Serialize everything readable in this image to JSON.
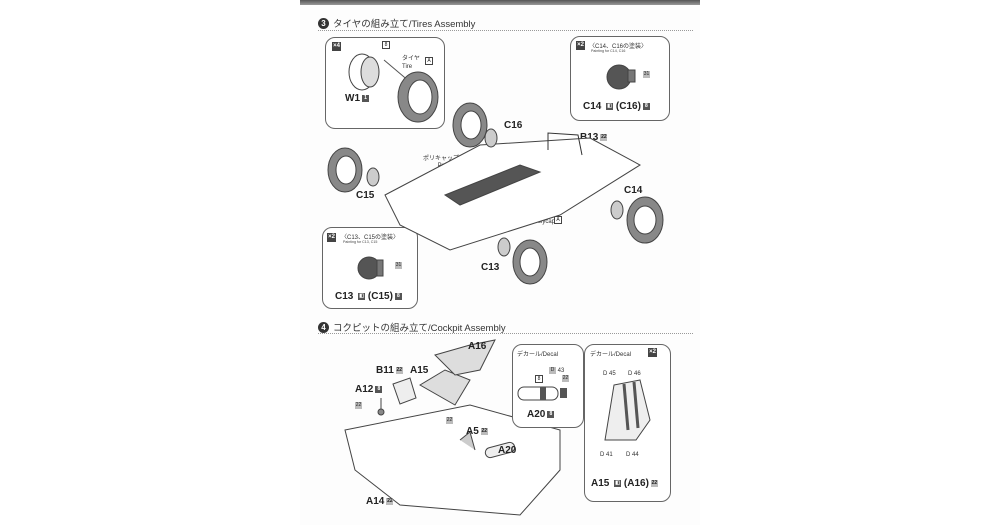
{
  "document": {
    "type": "model kit instruction sheet"
  },
  "step3": {
    "number": "3",
    "title": "タイヤの組み立て/Tires Assembly",
    "wheel_box": {
      "multiplier": "×4",
      "part_code": "W1",
      "part_code_tag": "1",
      "rim_tag": "8",
      "tire_label_jp": "タイヤ",
      "tire_label_en": "Tire",
      "tire_tag": "A"
    },
    "paint_box_c14": {
      "multiplier": "×2",
      "title_jp": "〈C14、C16の塗装〉",
      "title_en": "Painting for C14, C16",
      "color_tag": "31",
      "caption_left": "C14",
      "caption_right": "(C16)",
      "caption_tag": "8"
    },
    "paint_box_c13": {
      "multiplier": "×2",
      "title_jp": "〈C13、C15の塗装〉",
      "title_en": "Painting for C13, C15",
      "color_tag": "31",
      "caption_left": "C13",
      "caption_right": "(C15)",
      "caption_tag": "8"
    },
    "callouts": {
      "c16": "C16",
      "b13": "B13",
      "b13_tag": "22",
      "c15": "C15",
      "c14": "C14",
      "c13": "C13",
      "polycap_jp": "ポリキャップ",
      "polycap_en": "Polycap",
      "polycap_tag": "A"
    }
  },
  "step4": {
    "number": "4",
    "title": "コクピットの組み立て/Cockpit Assembly",
    "callouts": {
      "a16": "A16",
      "a15": "A15",
      "b11": "B11",
      "b11_tag": "22",
      "a12": "A12",
      "a12_tag": "8",
      "a12_sub_tag": "22",
      "a5": "A5",
      "a5_tag": "22",
      "a5_sub_tag": "22",
      "a20": "A20",
      "a14": "A14",
      "a14_tag": "22"
    },
    "decal_box_a20": {
      "title": "デカール/Decal",
      "tag_left": "8",
      "tag_decal": "D",
      "tag_decal_num": "43",
      "tag_right": "22",
      "caption": "A20",
      "caption_tag": "8"
    },
    "decal_box_seat": {
      "title": "デカール/Decal",
      "multiplier": "×2",
      "decals": [
        "D 45",
        "D 46",
        "D 41",
        "D 44"
      ],
      "caption_left": "A15",
      "caption_right": "(A16)",
      "caption_tag": "22"
    }
  }
}
